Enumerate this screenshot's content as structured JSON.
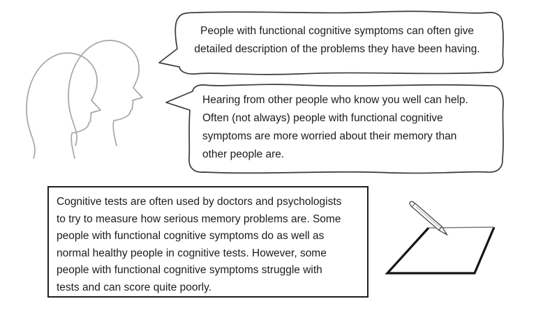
{
  "figure": {
    "bubble1": {
      "lines": [
        "People with functional cognitive symptoms can often give",
        "detailed description of the problems they have been having."
      ]
    },
    "bubble2": {
      "lines": [
        "Hearing from other people who know you well can help.",
        "Often (not always) people with functional cognitive",
        "symptoms are more worried about their memory than",
        "other people are."
      ]
    },
    "info_box": {
      "lines": [
        "Cognitive tests are often used by doctors and psychologists",
        "to try to measure how serious memory problems are. Some",
        "people with functional cognitive symptoms do as well as",
        "normal healthy people in cognitive tests. However, some",
        "people with functional cognitive symptoms struggle with",
        "tests and can score quite poorly."
      ]
    },
    "illustrations": {
      "heads_icon": "two-overlapping-head-profiles",
      "paper_pencil_icon": "pencil-writing-on-paper"
    },
    "colors": {
      "bubble_stroke": "#3a3a3a",
      "head_stroke": "#a6a6a6",
      "box_border": "#1f1f1f",
      "paper_edge_dark": "#151515",
      "paper_edge_light": "#7a7a7a",
      "text": "#1c1c1c",
      "background": "#ffffff"
    }
  }
}
